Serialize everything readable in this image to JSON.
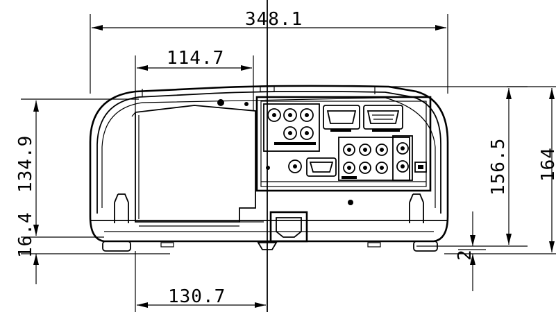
{
  "dimensions": {
    "overall_width": "348.1",
    "rear_panel_width": "114.7",
    "body_height_left": "134.9",
    "foot_height": "16.4",
    "rear_height": "156.5",
    "overall_height": "164",
    "foot_clearance": "2",
    "center_offset": "130.7"
  }
}
